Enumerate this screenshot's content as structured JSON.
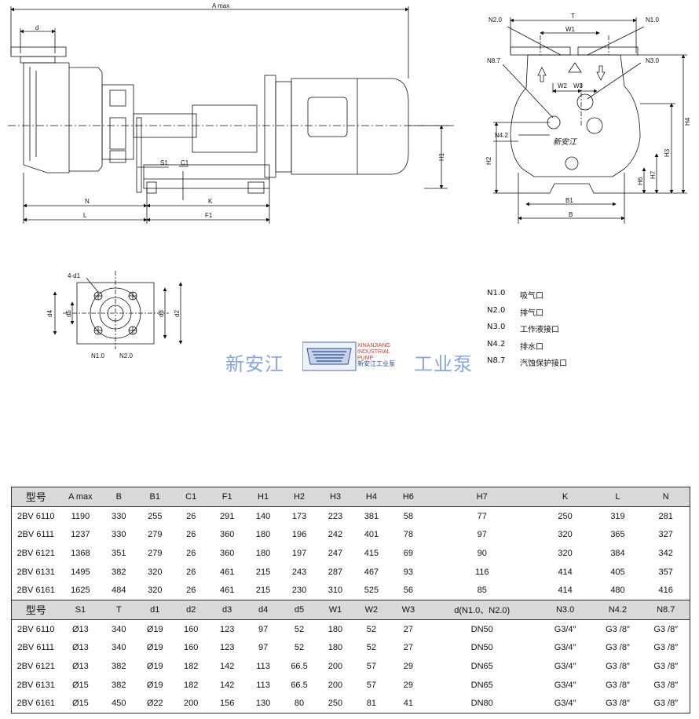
{
  "drawing_labels": {
    "a_max": "A max",
    "d": "d",
    "h1": "H1",
    "s1": "S1",
    "c1": "C1",
    "n": "N",
    "k": "K",
    "l": "L",
    "f1": "F1",
    "t": "T",
    "w1": "W1",
    "w2": "W2",
    "w3": "W3",
    "n20_top": "N2.0",
    "n10_top": "N1.0",
    "n87": "N8.7",
    "n30": "N3.0",
    "n42": "N4.2",
    "h2": "H2",
    "h3": "H3",
    "h4": "H4",
    "h6": "H6",
    "h7": "H7",
    "b1": "B1",
    "b": "B",
    "casting_text": "新安江",
    "four_d1": "4-d1",
    "d4": "d4",
    "d5": "d5",
    "d3": "d3",
    "d2": "d2",
    "flange_n10": "N1.0",
    "flange_n20": "N2.0"
  },
  "legend": [
    {
      "code": "N1.0",
      "desc": "吸气口"
    },
    {
      "code": "N2.0",
      "desc": "排气口"
    },
    {
      "code": "N3.0",
      "desc": "工作液接口"
    },
    {
      "code": "N4.2",
      "desc": "排水口"
    },
    {
      "code": "N8.7",
      "desc": "汽蚀保护接口"
    }
  ],
  "watermark": {
    "left": "新安江",
    "right": "工业泵",
    "logo_en": "XINANJIANG INDUSTRIAL PUMP",
    "logo_cn": "新安江工业泵",
    "colors": {
      "text": "#8aa6d8",
      "accent": "#c0392b"
    }
  },
  "table1": {
    "headers": [
      "型号",
      "A max",
      "B",
      "B1",
      "C1",
      "F1",
      "H1",
      "H2",
      "H3",
      "H4",
      "H6",
      "H7",
      "K",
      "L",
      "N"
    ],
    "rows": [
      [
        "2BV 6110",
        "1190",
        "330",
        "255",
        "26",
        "291",
        "140",
        "173",
        "223",
        "381",
        "58",
        "77",
        "250",
        "319",
        "281"
      ],
      [
        "2BV 6111",
        "1237",
        "330",
        "279",
        "26",
        "360",
        "180",
        "196",
        "242",
        "401",
        "78",
        "97",
        "320",
        "365",
        "327"
      ],
      [
        "2BV 6121",
        "1368",
        "351",
        "279",
        "26",
        "360",
        "180",
        "197",
        "247",
        "415",
        "69",
        "90",
        "320",
        "384",
        "342"
      ],
      [
        "2BV 6131",
        "1495",
        "382",
        "320",
        "26",
        "461",
        "215",
        "243",
        "287",
        "467",
        "93",
        "116",
        "414",
        "405",
        "357"
      ],
      [
        "2BV 6161",
        "1625",
        "484",
        "320",
        "26",
        "461",
        "215",
        "230",
        "310",
        "525",
        "56",
        "85",
        "414",
        "480",
        "416"
      ]
    ]
  },
  "table2": {
    "headers": [
      "型号",
      "S1",
      "T",
      "d1",
      "d2",
      "d3",
      "d4",
      "d5",
      "W1",
      "W2",
      "W3",
      "d(N1.0、N2.0)",
      "N3.0",
      "N4.2",
      "N8.7"
    ],
    "rows": [
      [
        "2BV 6110",
        "Ø13",
        "340",
        "Ø19",
        "160",
        "123",
        "97",
        "52",
        "180",
        "52",
        "27",
        "DN50",
        "G3/4″",
        "G3 /8″",
        "G3 /8″"
      ],
      [
        "2BV 6111",
        "Ø13",
        "340",
        "Ø19",
        "160",
        "123",
        "97",
        "52",
        "180",
        "52",
        "27",
        "DN50",
        "G3/4″",
        "G3 /8″",
        "G3 /8″"
      ],
      [
        "2BV 6121",
        "Ø13",
        "382",
        "Ø19",
        "182",
        "142",
        "113",
        "66.5",
        "200",
        "57",
        "29",
        "DN65",
        "G3/4″",
        "G3 /8″",
        "G3 /8″"
      ],
      [
        "2BV 6131",
        "Ø15",
        "382",
        "Ø19",
        "182",
        "142",
        "113",
        "66.5",
        "200",
        "57",
        "29",
        "DN65",
        "G3/4″",
        "G3 /8″",
        "G3 /8″"
      ],
      [
        "2BV 6161",
        "Ø15",
        "450",
        "Ø22",
        "200",
        "156",
        "130",
        "80",
        "250",
        "81",
        "41",
        "DN80",
        "G3/4″",
        "G3 /8″",
        "G3 /8″"
      ]
    ]
  }
}
